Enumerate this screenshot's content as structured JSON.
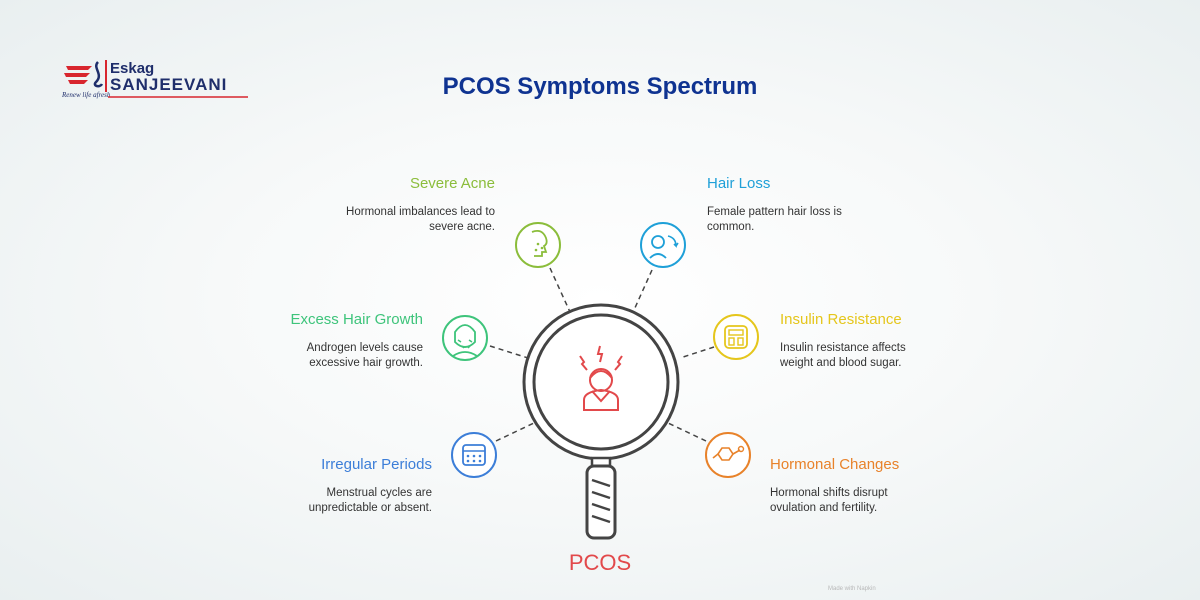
{
  "brand": {
    "name_top": "Eskag",
    "name_main": "SANJEEVANI",
    "tagline": "Renew life afresh"
  },
  "title": "PCOS Symptoms Spectrum",
  "center_label": "PCOS",
  "footnote": "Made with Napkin",
  "colors": {
    "title": "#0f3391",
    "center": "#e2494b",
    "severe_acne": "#8bbd3b",
    "hair_loss": "#1fa0d8",
    "excess_hair": "#3ec47b",
    "insulin": "#e5c61c",
    "irregular": "#3c7ed8",
    "hormonal": "#e8822a"
  },
  "symptoms": {
    "severe_acne": {
      "name": "Severe Acne",
      "desc1": "Hormonal imbalances lead to",
      "desc2": "severe acne.",
      "icon": "face-acne-icon"
    },
    "hair_loss": {
      "name": "Hair Loss",
      "desc1": "Female pattern hair loss is",
      "desc2": "common.",
      "icon": "hair-loss-icon"
    },
    "excess_hair": {
      "name": "Excess Hair Growth",
      "desc1": "Androgen levels cause",
      "desc2": "excessive hair growth.",
      "icon": "hairy-face-icon"
    },
    "insulin": {
      "name": "Insulin Resistance",
      "desc1": "Insulin resistance affects",
      "desc2": "weight and blood sugar.",
      "icon": "weight-scale-icon"
    },
    "irregular": {
      "name": "Irregular Periods",
      "desc1": "Menstrual cycles are",
      "desc2": "unpredictable or absent.",
      "icon": "calendar-icon"
    },
    "hormonal": {
      "name": "Hormonal Changes",
      "desc1": "Hormonal shifts disrupt",
      "desc2": "ovulation and fertility.",
      "icon": "molecule-icon"
    }
  }
}
